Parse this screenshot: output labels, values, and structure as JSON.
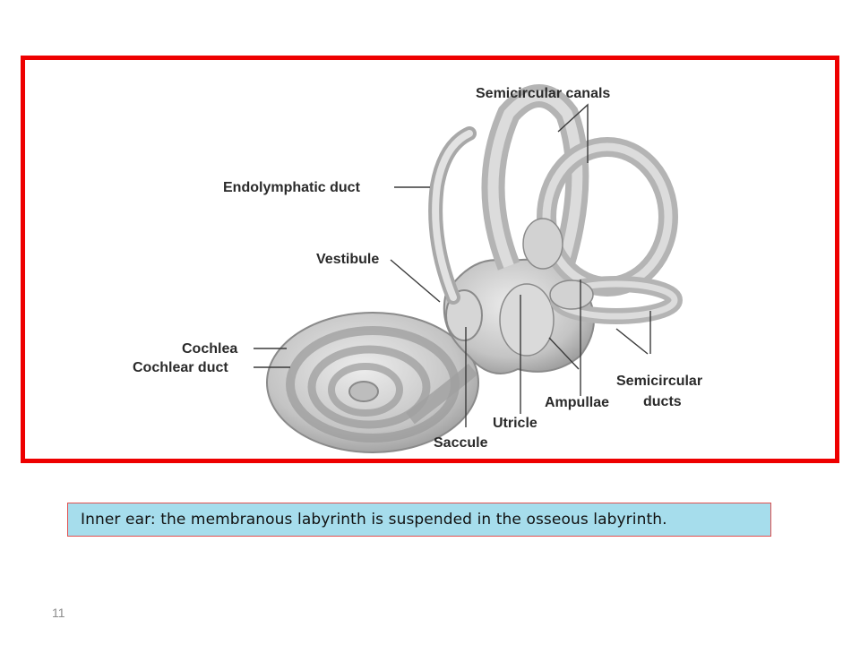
{
  "figure": {
    "labels": {
      "semicircular_canals": "Semicircular canals",
      "endolymphatic_duct": "Endolymphatic duct",
      "vestibule": "Vestibule",
      "cochlea": "Cochlea",
      "cochlear_duct": "Cochlear duct",
      "semicircular_ducts_1": "Semicircular",
      "semicircular_ducts_2": "ducts",
      "ampullae": "Ampullae",
      "utricle": "Utricle",
      "saccule": "Saccule"
    },
    "colors": {
      "frame_border": "#ee0000",
      "structure_fill": "#cfcfcf",
      "structure_edge": "#8a8a8a"
    }
  },
  "caption": {
    "text": "Inner ear: the membranous labyrinth is suspended in the osseous labyrinth.",
    "background": "#a6ddec"
  },
  "slide_number": "11"
}
